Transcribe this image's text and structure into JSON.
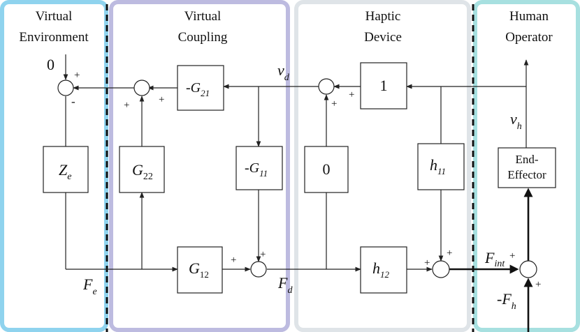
{
  "regions": {
    "virtual_environment": {
      "line1": "Virtual",
      "line2": "Environment",
      "color": "#8fd3ee"
    },
    "virtual_coupling": {
      "line1": "Virtual",
      "line2": "Coupling",
      "color": "#bdbbe0"
    },
    "haptic_device": {
      "line1": "Haptic",
      "line2": "Device",
      "color": "#dfe4e8"
    },
    "human_operator": {
      "line1": "Human",
      "line2": "Operator",
      "color": "#a7e0e0"
    }
  },
  "blocks": {
    "ze": {
      "main": "Z",
      "sub": "e"
    },
    "g22": {
      "main": "G",
      "sub": "22"
    },
    "g21": {
      "main": "-G",
      "sub": "21"
    },
    "g11": {
      "main": "-G",
      "sub": "11"
    },
    "g12": {
      "main": "G",
      "sub": "12"
    },
    "zero": {
      "main": "0"
    },
    "one": {
      "main": "1"
    },
    "h11": {
      "main": "h",
      "sub": "11"
    },
    "h12": {
      "main": "h",
      "sub": "12"
    },
    "end_effector": {
      "line1": "End-",
      "line2": "Effector"
    }
  },
  "signals": {
    "zero_input": "0",
    "vd": {
      "main": "v",
      "sub": "d"
    },
    "vh": {
      "main": "v",
      "sub": "h"
    },
    "fe": {
      "main": "F",
      "sub": "e"
    },
    "fd": {
      "main": "F",
      "sub": "d"
    },
    "fint": {
      "main": "F",
      "sub": "int"
    },
    "fh": {
      "main": "-F",
      "sub": "h"
    }
  },
  "signs": {
    "plus": "+",
    "minus": "-"
  }
}
